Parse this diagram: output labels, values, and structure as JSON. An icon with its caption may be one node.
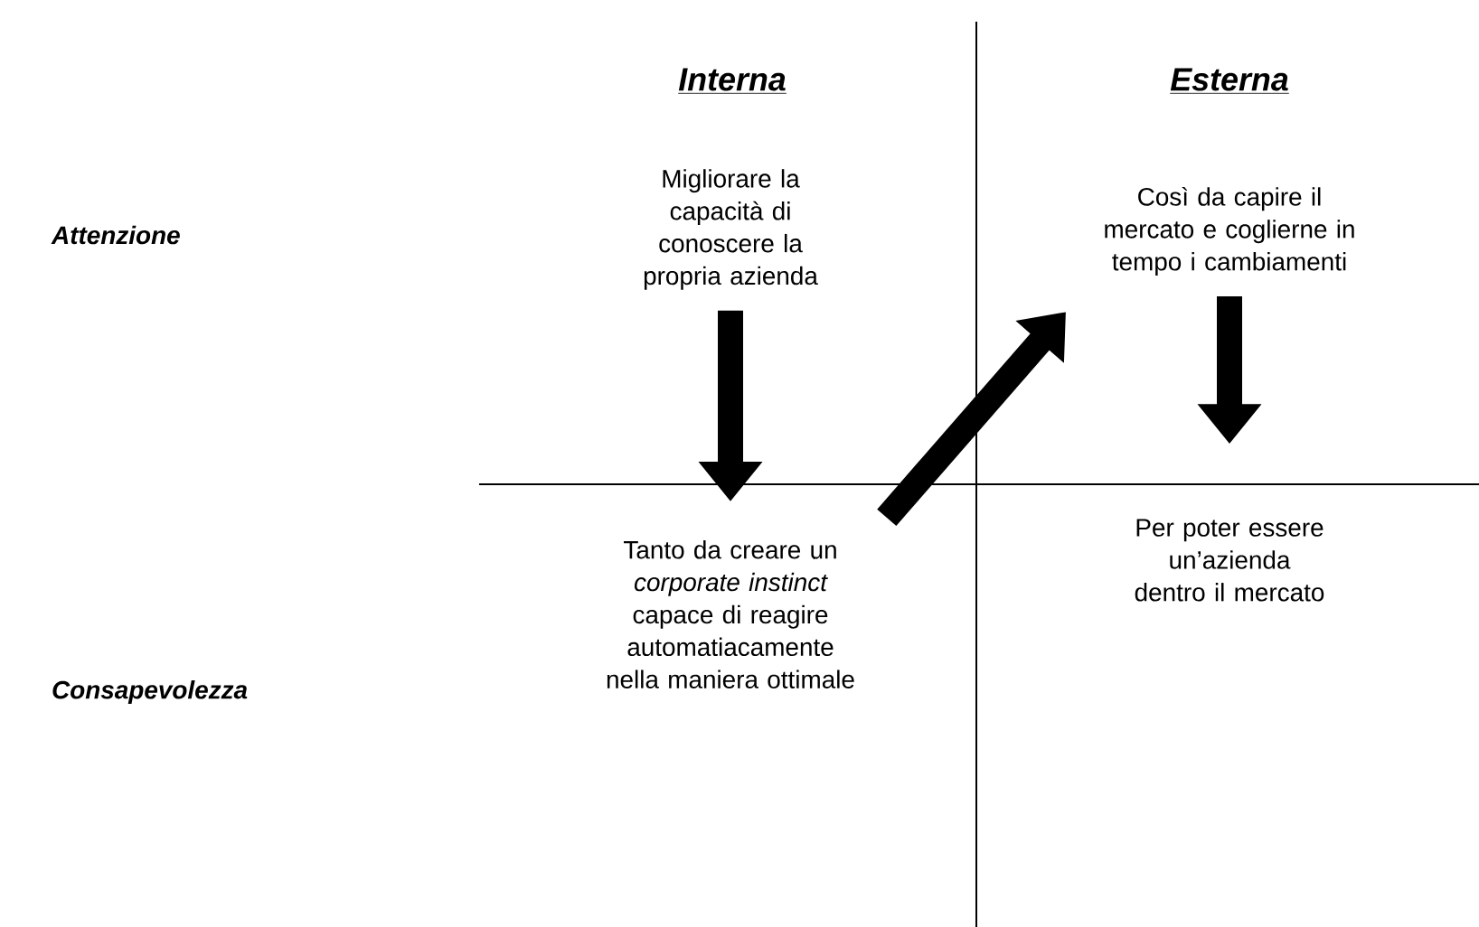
{
  "diagram": {
    "nodes": [
      {
        "text": [
          "Migliorare la capacità di conoscere la propria azienda"
        ]
      },
      {
        "text": [
          "Così da capire il mercato e coglierne in tempo i cambiamenti"
        ]
      },
      {
        "text": [
          "Tanto da creare un *corporate instinct* capace di reagire automatiacamente nella maniera ottimale"
        ]
      },
      {
        "text": [
          "Per poter essere un’azienda dentro il mercato"
        ]
      }
    ],
    "edges": [
      {
        "from": 0,
        "to": 2,
        "arrow": "to"
      },
      {
        "from": 2,
        "to": 1,
        "arrow": "to"
      },
      {
        "from": 1,
        "to": 3,
        "arrow": "to"
      }
    ],
    "labels": [
      "Interna",
      "Esterna",
      "Attenzione",
      "Consapevolezza"
    ]
  }
}
